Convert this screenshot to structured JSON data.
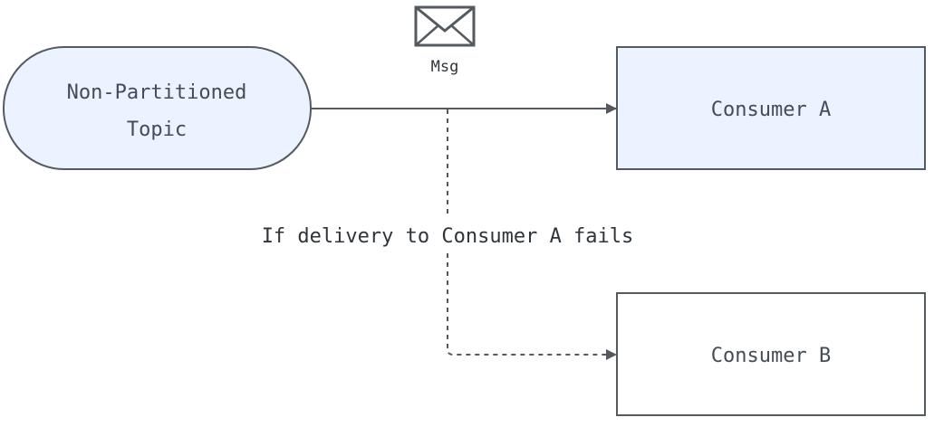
{
  "diagram": {
    "topic": {
      "line1": "Non-Partitioned",
      "line2": "Topic"
    },
    "message": {
      "label": "Msg",
      "icon": "envelope-icon"
    },
    "consumer_a": {
      "label": "Consumer A"
    },
    "consumer_b": {
      "label": "Consumer B"
    },
    "failover_edge": {
      "label": "If delivery to Consumer A fails"
    }
  },
  "colors": {
    "stroke": "#555a60",
    "fill_highlight": "#eaf3ff",
    "fill_plain": "#ffffff",
    "text": "#454c55"
  }
}
